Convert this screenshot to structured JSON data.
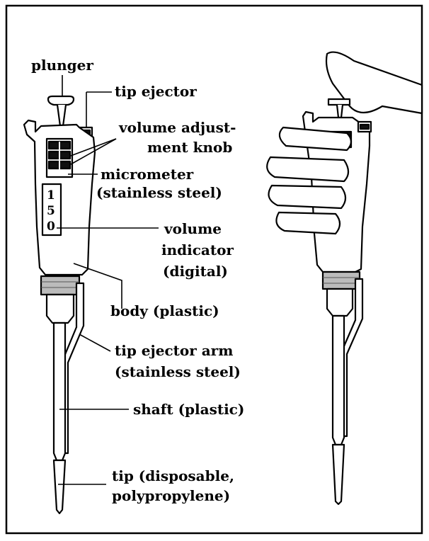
{
  "labels": {
    "plunger": "plunger",
    "tip_ejector": "tip ejector",
    "volume_adjustment_line1": "volume adjust-",
    "volume_adjustment_line2": "ment knob",
    "micrometer_line1": "micrometer",
    "micrometer_line2": "(stainless steel)",
    "volume_indicator_line1": "volume",
    "volume_indicator_line2": "indicator",
    "volume_indicator_line3": "(digital)",
    "body": "body (plastic)",
    "tip_ejector_arm_line1": "tip ejector arm",
    "tip_ejector_arm_line2": "(stainless steel)",
    "shaft": "shaft (plastic)",
    "tip_line1": "tip (disposable,",
    "tip_line2": "polypropylene)"
  },
  "display_digits": [
    "1",
    "5",
    "0"
  ]
}
